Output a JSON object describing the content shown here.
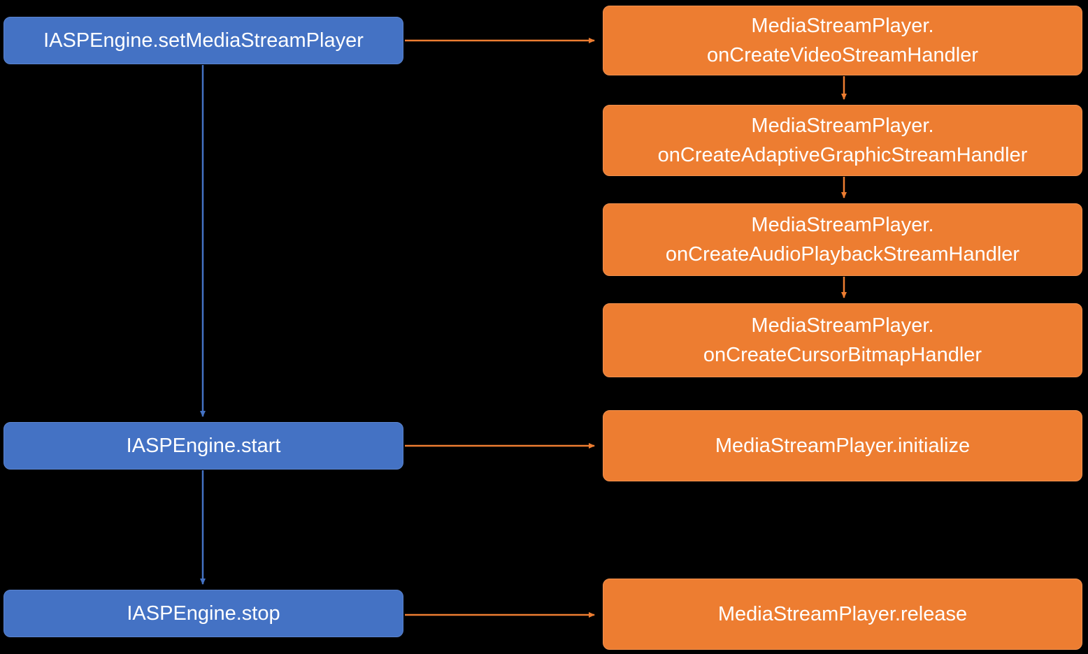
{
  "diagram": {
    "background": "#000000",
    "colors": {
      "blue_node": "#4472C4",
      "orange_node": "#ED7D31",
      "blue_arrow": "#4472C4",
      "orange_arrow": "#ED7D31",
      "text": "#FFFFFF"
    },
    "blue_nodes": [
      {
        "label": "IASPEngine.setMediaStreamPlayer"
      },
      {
        "label": "IASPEngine.start"
      },
      {
        "label": "IASPEngine.stop"
      }
    ],
    "orange_nodes": [
      {
        "label": "MediaStreamPlayer.\nonCreateVideoStreamHandler"
      },
      {
        "label": "MediaStreamPlayer.\nonCreateAdaptiveGraphicStreamHandler"
      },
      {
        "label": "MediaStreamPlayer.\nonCreateAudioPlaybackStreamHandler"
      },
      {
        "label": "MediaStreamPlayer.\nonCreateCursorBitmapHandler"
      },
      {
        "label": "MediaStreamPlayer.initialize"
      },
      {
        "label": "MediaStreamPlayer.release"
      }
    ],
    "edges": [
      {
        "from": "IASPEngine.setMediaStreamPlayer",
        "to": "MediaStreamPlayer.onCreateVideoStreamHandler",
        "color": "orange"
      },
      {
        "from": "MediaStreamPlayer.onCreateVideoStreamHandler",
        "to": "MediaStreamPlayer.onCreateAdaptiveGraphicStreamHandler",
        "color": "orange"
      },
      {
        "from": "MediaStreamPlayer.onCreateAdaptiveGraphicStreamHandler",
        "to": "MediaStreamPlayer.onCreateAudioPlaybackStreamHandler",
        "color": "orange"
      },
      {
        "from": "MediaStreamPlayer.onCreateAudioPlaybackStreamHandler",
        "to": "MediaStreamPlayer.onCreateCursorBitmapHandler",
        "color": "orange"
      },
      {
        "from": "IASPEngine.setMediaStreamPlayer",
        "to": "IASPEngine.start",
        "color": "blue"
      },
      {
        "from": "IASPEngine.start",
        "to": "MediaStreamPlayer.initialize",
        "color": "orange"
      },
      {
        "from": "IASPEngine.start",
        "to": "IASPEngine.stop",
        "color": "blue"
      },
      {
        "from": "IASPEngine.stop",
        "to": "MediaStreamPlayer.release",
        "color": "orange"
      }
    ]
  }
}
